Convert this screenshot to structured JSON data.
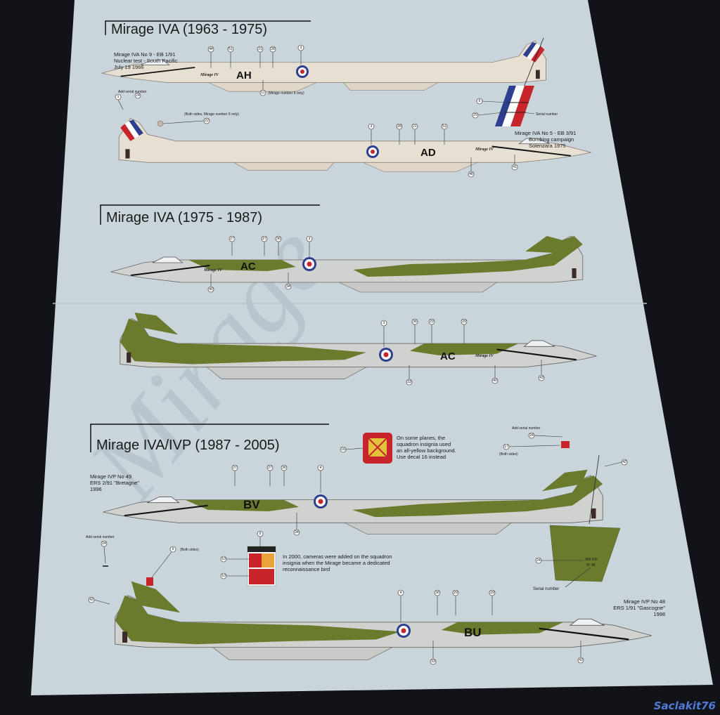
{
  "sheet": {
    "section_1_title": "Mirage IVA (1963 - 1975)",
    "section_2_title": "Mirage IVA  (1975 - 1987)",
    "section_3_title": "Mirage IVA/IVP  (1987 - 2005)"
  },
  "callouts": {
    "ah_caption": [
      "Mirage IVA No 9 - EB 1/91",
      "Nuclear test - South Pacific",
      "July 19 1966"
    ],
    "ad_caption": [
      "Mirage IVA No 5 - EB 3/91",
      "Bombing campaign",
      "Solenzara 1975"
    ],
    "bv_caption": [
      "Mirage IVP No 49",
      "ERS 2/91 \"Bretagne\"",
      "1996"
    ],
    "bu_caption": [
      "Mirage IVP No 48",
      "ERS 1/91 \"Gascogne\"",
      "1998"
    ],
    "add_serial": "Add serial number",
    "mirage_number": "(Mirage number 9 only)",
    "both_sides_9": "(Both sides, Mirage number 9 only)",
    "serial_number": "Serial number",
    "both_sides": "(Both sides)",
    "insignia_note": [
      "On some planes, the",
      "squadron insignia used",
      "an all-yellow background.",
      "Use decal 16 instead"
    ],
    "cameras_note": [
      "In 2000, cameras were added on the squadron",
      "insignia when the Mirage became a dedicated",
      "reconnaissance bird"
    ],
    "fin_serial": [
      "369 IVP",
      "N° 48"
    ],
    "nose_script": "Mirage IV"
  },
  "aircraft": {
    "ah": "AH",
    "ad": "AD",
    "ac": "AC",
    "bv": "BV",
    "bu": "BU"
  },
  "decals": {
    "d44": "44",
    "d51": "51",
    "d21": "21",
    "d28": "28",
    "d3": "3",
    "d11": "11",
    "d1": "1",
    "d24": "24",
    "d22": "22",
    "d6": "6",
    "d25": "25",
    "d46": "46",
    "d41": "41",
    "d27": "27",
    "d36": "36",
    "d40": "40",
    "d34": "34",
    "d29": "29",
    "d33": "33",
    "d43": "43",
    "d4": "4",
    "d17": "17",
    "d42": "42",
    "d16": "16",
    "d9": "9",
    "d10": "10"
  },
  "colors": {
    "paper": "#c9d4db",
    "silver": "#d0d2cf",
    "cream": "#e7dfd1",
    "olive": "#6a7b2e",
    "roundel_red": "#c8242b",
    "roundel_blue": "#2f3f8f"
  },
  "watermark": "Saclakit76"
}
